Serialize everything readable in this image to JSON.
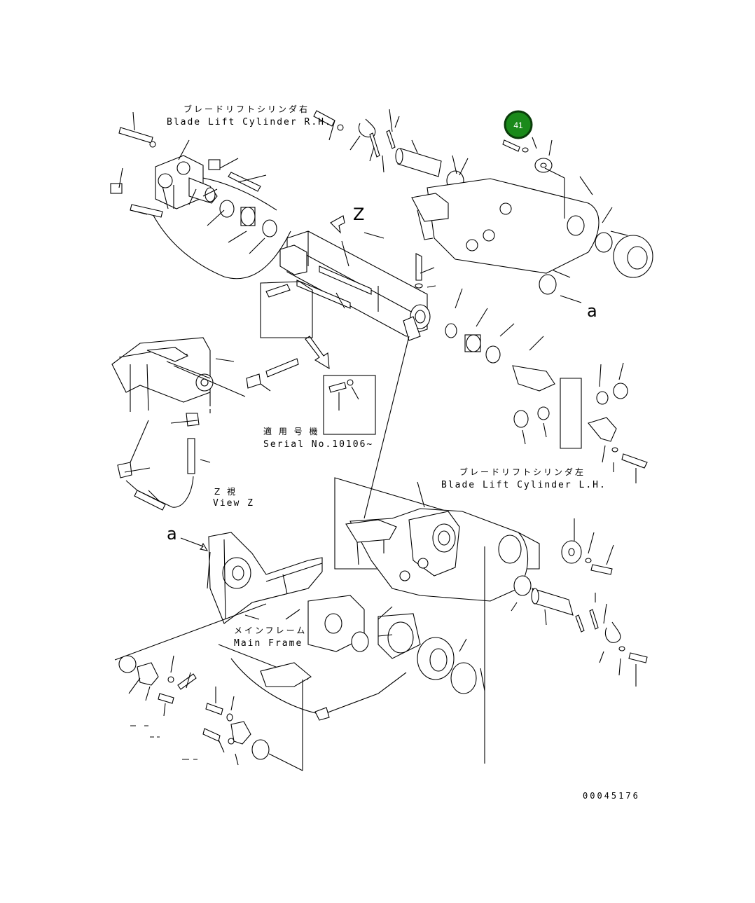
{
  "labels": {
    "blade_rh_jp": "ブレードリフトシリンダ右",
    "blade_rh_en": "Blade Lift Cylinder R.H.",
    "blade_lh_jp": "ブレードリフトシリンダ左",
    "blade_lh_en": "Blade Lift Cylinder L.H.",
    "serial_jp": "適 用 号 機",
    "serial_en": "Serial No.10106~",
    "viewz_jp": "Z  視",
    "viewz_en": "View Z",
    "mainframe_jp": "メインフレーム",
    "mainframe_en": "Main Frame",
    "ref_a_1": "a",
    "ref_a_2": "a",
    "ref_z": "Z",
    "drawing_no": "00045176"
  },
  "callout": {
    "number": "41",
    "color": "#1a8a1a",
    "ring_color": "#0b3d0b"
  }
}
